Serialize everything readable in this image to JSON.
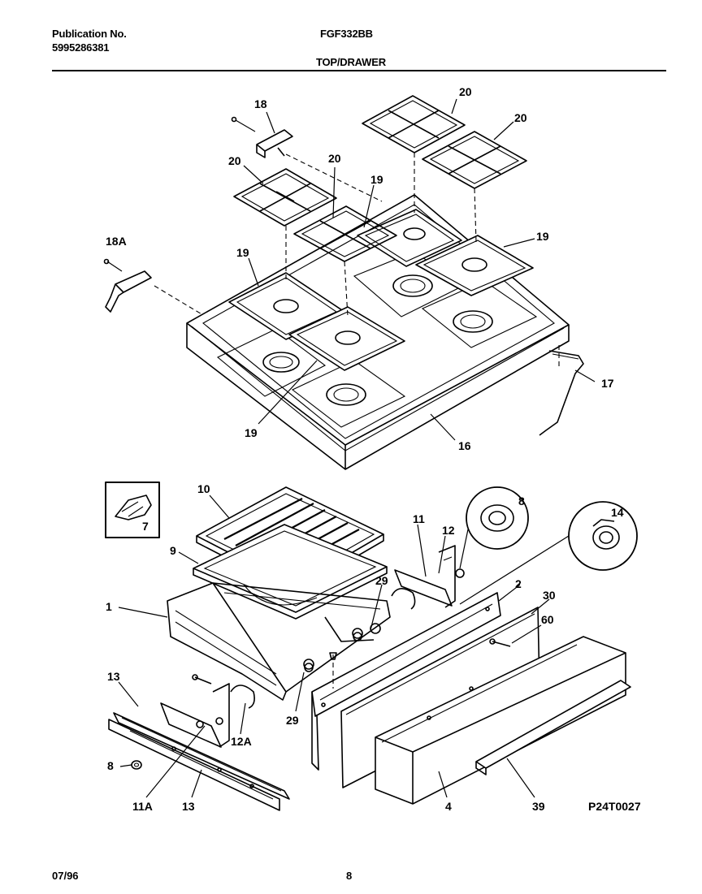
{
  "header": {
    "publication_label": "Publication No.",
    "publication_number": "5995286381",
    "model": "FGF332BB",
    "section_title": "TOP/DRAWER"
  },
  "footer": {
    "date": "07/96",
    "page": "8"
  },
  "diagram": {
    "drawing_number": "P24T0027",
    "callouts": [
      "18",
      "20",
      "20",
      "20",
      "20",
      "19",
      "19",
      "19",
      "19",
      "18A",
      "17",
      "16",
      "10",
      "9",
      "7",
      "8",
      "14",
      "11",
      "12",
      "29",
      "1",
      "2",
      "30",
      "60",
      "29",
      "13",
      "12A",
      "8",
      "11A",
      "13",
      "4",
      "39"
    ]
  }
}
